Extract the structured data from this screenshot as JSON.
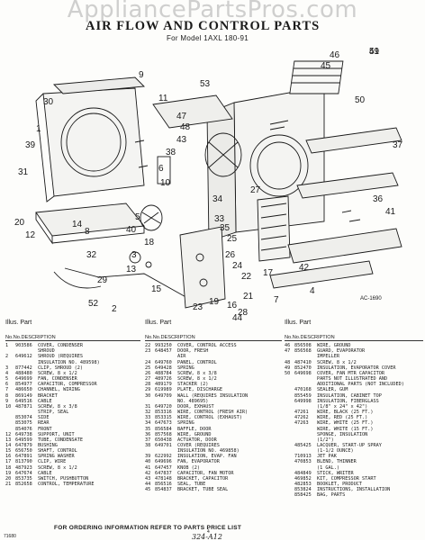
{
  "watermark": "AppliancePartsPros.com",
  "title": "AIR FLOW AND CONTROL PARTS",
  "subtitle": "For Model 1AXL 180-91",
  "diagram_code": "AC-1690",
  "callouts": [
    "51",
    "46",
    "45",
    "53",
    "9",
    "30",
    "50",
    "1",
    "39",
    "31",
    "11",
    "47",
    "48",
    "43",
    "38",
    "6",
    "10",
    "20",
    "12",
    "14",
    "8",
    "5",
    "40",
    "18",
    "3",
    "13",
    "15",
    "23",
    "33",
    "19",
    "16",
    "44",
    "36",
    "41",
    "37",
    "27",
    "34",
    "35",
    "25",
    "26",
    "24",
    "22",
    "21",
    "28",
    "29",
    "17",
    "2",
    "4",
    "42",
    "32",
    "7",
    "52",
    "49"
  ],
  "table_header": {
    "illus": "Illus. Part",
    "no": "No.",
    "part_no": "No.",
    "description": "DESCRIPTION"
  },
  "columns": [
    {
      "rows": [
        [
          "1",
          "903586",
          "COVER, CONDENSER"
        ],
        [
          "",
          "",
          "SHROUD"
        ],
        [
          "2",
          "649612",
          "SHROUD (REQUIRES"
        ],
        [
          "",
          "",
          "INSULATION NO. 489598)"
        ],
        [
          "3",
          "877442",
          "CLIP, SHROUD (2)"
        ],
        [
          "4",
          "488480",
          "SCREW, 8 x 1/2"
        ],
        [
          "5",
          "649699",
          "FAN, CONDENSER"
        ],
        [
          "6",
          "854977",
          "CAPACITOR, COMPRESSOR"
        ],
        [
          "7",
          "486650",
          "CHANNEL, WIRING"
        ],
        [
          "8",
          "869149",
          "BRACKET"
        ],
        [
          "9",
          "649516",
          "CABLE"
        ],
        [
          "10",
          "487871",
          "SCREW, 8 x 3/8"
        ],
        [
          "",
          "",
          "STRIP, SEAL"
        ],
        [
          "",
          "853074",
          "SIDE"
        ],
        [
          "",
          "853075",
          "REAR"
        ],
        [
          "",
          "854076",
          "FRONT"
        ],
        [
          "12",
          "649738",
          "SUPPORT, UNIT"
        ],
        [
          "13",
          "649599",
          "TUBE, CONDENSATE"
        ],
        [
          "14",
          "647879",
          "BUSHING"
        ],
        [
          "15",
          "656750",
          "SHAFT, CONTROL"
        ],
        [
          "16",
          "647891",
          "SPRING WASHER"
        ],
        [
          "17",
          "813790",
          "CLIP, WIRE"
        ],
        [
          "18",
          "487923",
          "SCREW, 8 x 1/2"
        ],
        [
          "19",
          "647674",
          "CABLE"
        ],
        [
          "20",
          "853735",
          "SWITCH, PUSHBUTTON"
        ],
        [
          "21",
          "852658",
          "CONTROL, TEMPERATURE"
        ]
      ]
    },
    {
      "rows": [
        [
          "22",
          "993250",
          "COVER, CONTROL ACCESS"
        ],
        [
          "23",
          "648457",
          "DOOR, FRESH"
        ],
        [
          "",
          "",
          "AIR"
        ],
        [
          "24",
          "649760",
          "PANEL, CONTROL"
        ],
        [
          "25",
          "649428",
          "SPRING"
        ],
        [
          "26",
          "488784",
          "SCREW, 8 x 3/8"
        ],
        [
          "27",
          "489726",
          "SCREW, 8 x 1/2"
        ],
        [
          "28",
          "489179",
          "STACKER (2)"
        ],
        [
          "29",
          "619989",
          "PLATE, DISCHARGE"
        ],
        [
          "30",
          "649709",
          "WALL (REQUIRES INSULATION"
        ],
        [
          "",
          "",
          "NO. 489695)"
        ],
        [
          "31",
          "649720",
          "DOOR, EXHAUST"
        ],
        [
          "32",
          "853316",
          "WIRE, CONTROL (FRESH AIR)"
        ],
        [
          "33",
          "853315",
          "WIRE, CONTROL (EXHAUST)"
        ],
        [
          "34",
          "647673",
          "SPRING"
        ],
        [
          "35",
          "856584",
          "BAFFLE, DOOR"
        ],
        [
          "36",
          "857568",
          "WIRE, GROUND"
        ],
        [
          "37",
          "650438",
          "ACTUATOR, DOOR"
        ],
        [
          "38",
          "649701",
          "COVER (REQUIRES"
        ],
        [
          "",
          "",
          "INSULATION NO. 469858)"
        ],
        [
          "39",
          "622992",
          "INSULATION, EVAP. FAN"
        ],
        [
          "40",
          "649696",
          "FAN, EVAPORATOR"
        ],
        [
          "41",
          "647457",
          "KNOB (2)"
        ],
        [
          "42",
          "647837",
          "CAPACITOR, FAN MOTOR"
        ],
        [
          "43",
          "478148",
          "BRACKET, CAPACITOR"
        ],
        [
          "44",
          "856516",
          "SEAL, TUBE"
        ],
        [
          "45",
          "854837",
          "BRACKET, TUBE SEAL"
        ]
      ]
    },
    {
      "rows": [
        [
          "46",
          "856508",
          "WIRE, GROUND"
        ],
        [
          "47",
          "856568",
          "GUARD, EVAPORATOR"
        ],
        [
          "",
          "",
          "IMPELLER"
        ],
        [
          "48",
          "487410",
          "SCREW, 8 x 1/2"
        ],
        [
          "49",
          "852470",
          "INSULATION, EVAPORATOR COVER"
        ],
        [
          "50",
          "649698",
          "COVER, FAN MTR CAPACITOR"
        ],
        [
          "",
          "",
          "PARTS NOT ILLUSTRATED AND"
        ],
        [
          "",
          "",
          "ADDITIONAL PARTS (NOT INCLUDED)"
        ],
        [
          "",
          "470168",
          "SEALER, GUM"
        ],
        [
          "",
          "855459",
          "INSULATION, CABINET TOP"
        ],
        [
          "",
          "649998",
          "INSULATION, FIBERGLASS"
        ],
        [
          "",
          "",
          "(1/8\" x 24\" x 42\")"
        ],
        [
          "",
          "47261",
          "WIRE, BLACK (25 FT.)"
        ],
        [
          "",
          "47262",
          "WIRE, RED (25 FT.)"
        ],
        [
          "",
          "47263",
          "WIRE, WHITE (25 FT.)"
        ],
        [
          "",
          "",
          "WIRE, WHITE (15 FT.)"
        ],
        [
          "",
          "",
          "SPONGE, INSULATION"
        ],
        [
          "",
          "",
          "(1/2\")"
        ],
        [
          "",
          "485425",
          "LACQUER, START-UP SPRAY"
        ],
        [
          "",
          "",
          "(1-1/2 OUNCE)"
        ],
        [
          "",
          "710913",
          "JET PAK"
        ],
        [
          "",
          "470853",
          "BLEND, THINNER"
        ],
        [
          "",
          "",
          "(1 GAL.)"
        ],
        [
          "",
          "484849",
          "STICK, WRITER"
        ],
        [
          "",
          "469852",
          "KIT, COMPRESSOR START"
        ],
        [
          "",
          "482853",
          "BOOKLET, PRODUCT"
        ],
        [
          "",
          "853824",
          "INSTRUCTIONS, INSTALLATION"
        ],
        [
          "",
          "858425",
          "BAG, PARTS"
        ]
      ]
    }
  ],
  "footer": {
    "order_note": "FOR ORDERING INFORMATION REFER TO PARTS PRICE LIST",
    "code": "71680",
    "page": "4",
    "handwritten": "324-A12"
  }
}
